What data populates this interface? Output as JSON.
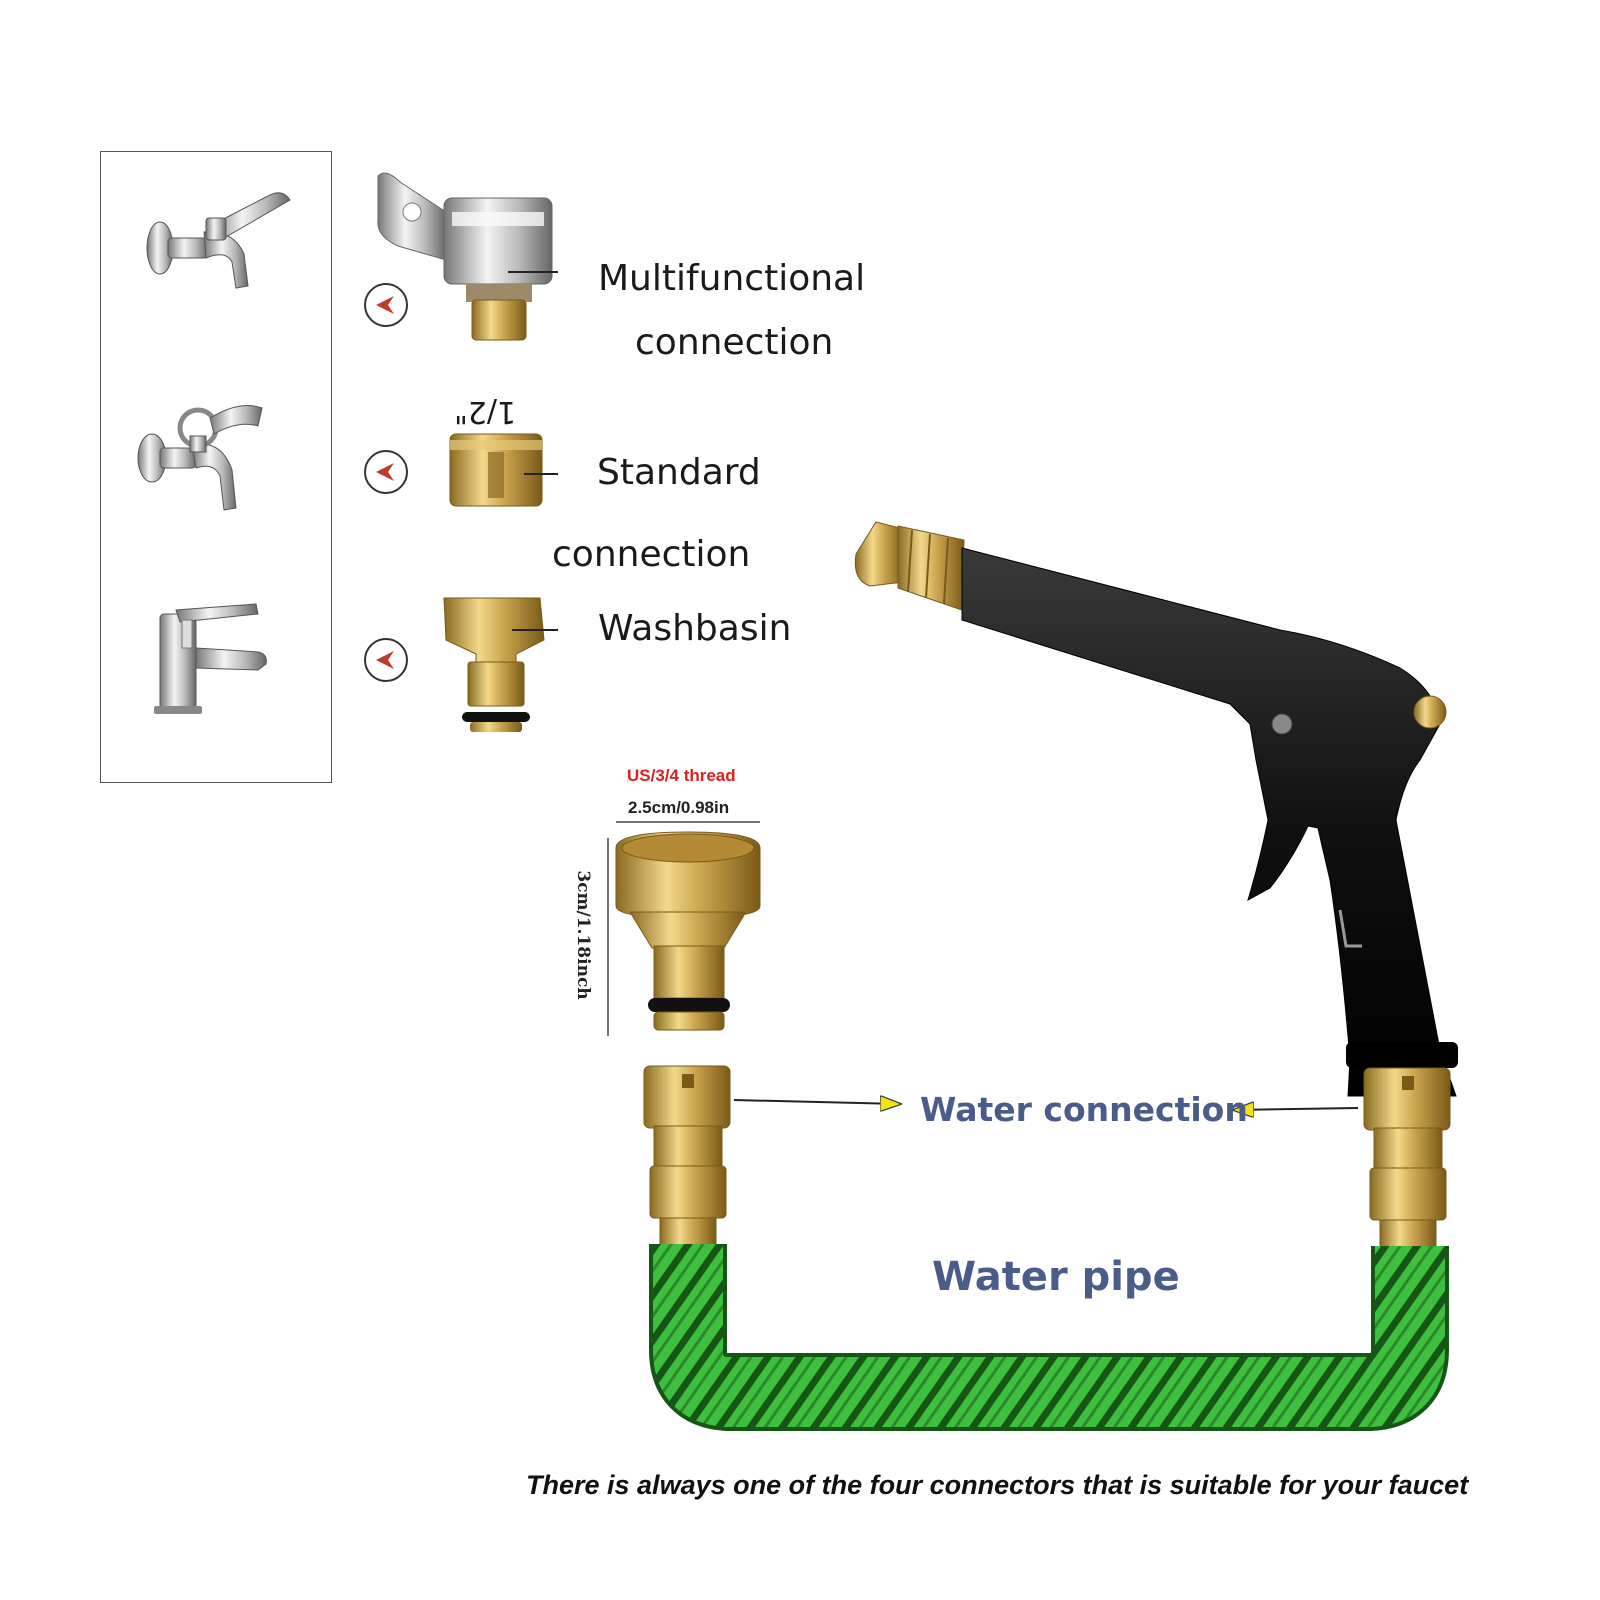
{
  "labels": {
    "multifunctional_line1": "Multifunctional",
    "multifunctional_line2": "connection",
    "half_inch": "1/2\"",
    "standard_line1": "Standard",
    "standard_line2": "connection",
    "washbasin": "Washbasin",
    "thread_spec": "US/3/4 thread",
    "width_spec": "2.5cm/0.98in",
    "height_spec": "3cm/1.18inch",
    "water_connection": "Water connection",
    "water_pipe": "Water pipe",
    "caption": "There is always one of the four connectors that is suitable for your faucet"
  },
  "colors": {
    "brass": "#c9a34e",
    "brass_dark": "#8a6a22",
    "hose_green": "#3fbf3f",
    "hose_dark": "#155515",
    "gun_black": "#141414",
    "label_blue": "#4a5d8a",
    "spec_red": "#e0201c",
    "arrow_yellow": "#f2e21a",
    "marker_red": "#c0392b"
  },
  "icons": [
    "wall-tap-icon",
    "garden-tap-icon",
    "basin-mixer-icon",
    "spray-gun-icon",
    "brass-connector-icon",
    "expandable-hose-icon"
  ]
}
